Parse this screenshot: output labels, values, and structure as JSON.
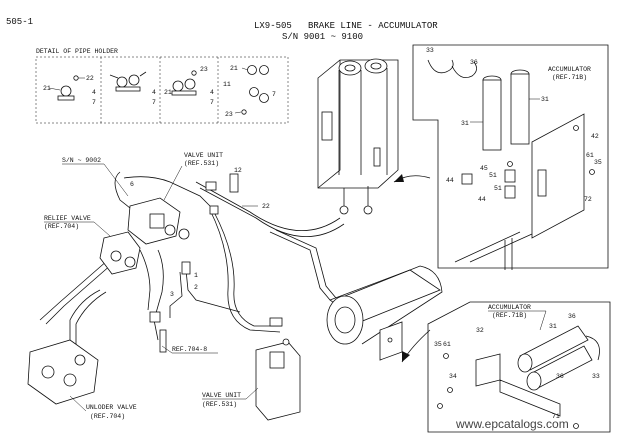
{
  "header": {
    "page_code": "505-1",
    "model": "LX9-505",
    "title": "BRAKE LINE - ACCUMULATOR",
    "serial": "S/N 9001 ~ 9100"
  },
  "labels": {
    "detail_pipe_holder": "DETAIL OF PIPE HOLDER",
    "sn_9002": "S/N ~ 9002",
    "valve_unit_top": "VALVE UNIT",
    "valve_unit_top_ref": "(REF.531)",
    "relief_valve": "RELIEF VALVE",
    "relief_valve_ref": "(REF.704)",
    "ref_704_8": "REF.704-8",
    "valve_unit_bottom": "VALVE UNIT",
    "valve_unit_bottom_ref": "(REF.531)",
    "unloder_valve": "UNLODER VALVE",
    "unloder_valve_ref": "(REF.704)",
    "accumulator_top": "ACCUMULATOR",
    "accumulator_top_ref": "(REF.71B)",
    "accumulator_bottom": "ACCUMULATOR",
    "accumulator_bottom_ref": "(REF.71B)"
  },
  "callouts": {
    "detail": [
      "21",
      "22",
      "4",
      "7",
      "4",
      "7",
      "21",
      "4",
      "7",
      "23",
      "21",
      "11",
      "7",
      "23"
    ],
    "top_right": [
      "33",
      "36",
      "31",
      "31",
      "42",
      "45",
      "51",
      "44",
      "51",
      "44",
      "61",
      "35",
      "72"
    ],
    "main": [
      "6",
      "12",
      "22",
      "1",
      "2",
      "3"
    ],
    "bottom_right": [
      "32",
      "31",
      "36",
      "35",
      "61",
      "34",
      "71",
      "36",
      "33"
    ]
  },
  "watermark": "www.epcatalogs.com"
}
